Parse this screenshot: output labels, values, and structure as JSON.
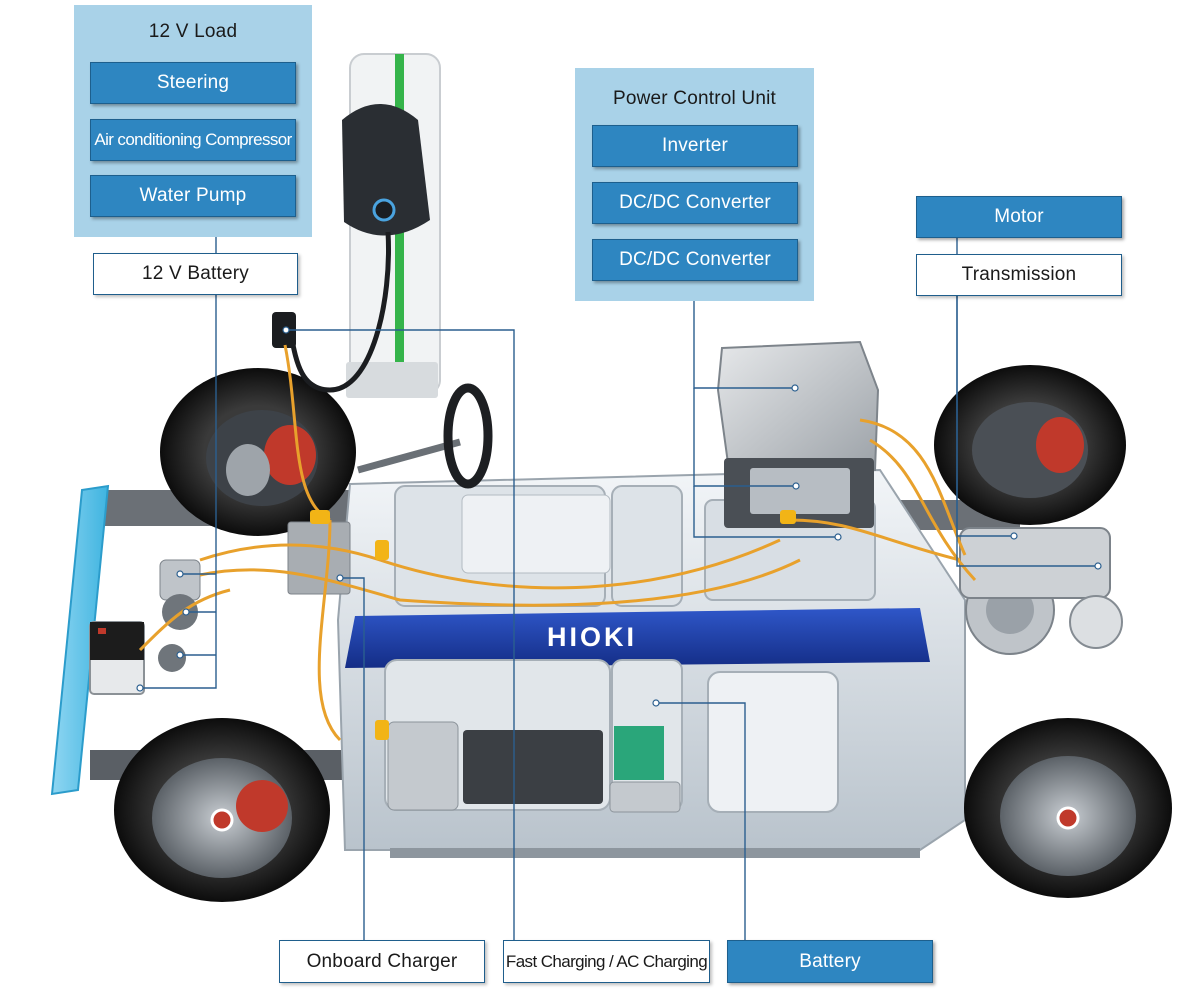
{
  "load_panel": {
    "title": "12 V Load",
    "items": [
      "Steering",
      "Air conditioning Compressor",
      "Water Pump"
    ]
  },
  "battery_12v_label": "12 V Battery",
  "pcu_panel": {
    "title": "Power Control Unit",
    "items": [
      "Inverter",
      "DC/DC Converter",
      "DC/DC Converter"
    ]
  },
  "motor_label": "Motor",
  "transmission_label": "Transmission",
  "bottom_labels": {
    "onboard_charger": "Onboard Charger",
    "fast_charging": "Fast Charging / AC Charging",
    "battery": "Battery"
  },
  "battery_pack_brand": "HIOKI",
  "colors": {
    "label_blue": "#2e86c1",
    "panel_light_blue": "#a9d2e8",
    "leader_line": "#2b5f8f",
    "battery_band": "#1f3fa6",
    "charging_cable": "#e8a12c"
  }
}
